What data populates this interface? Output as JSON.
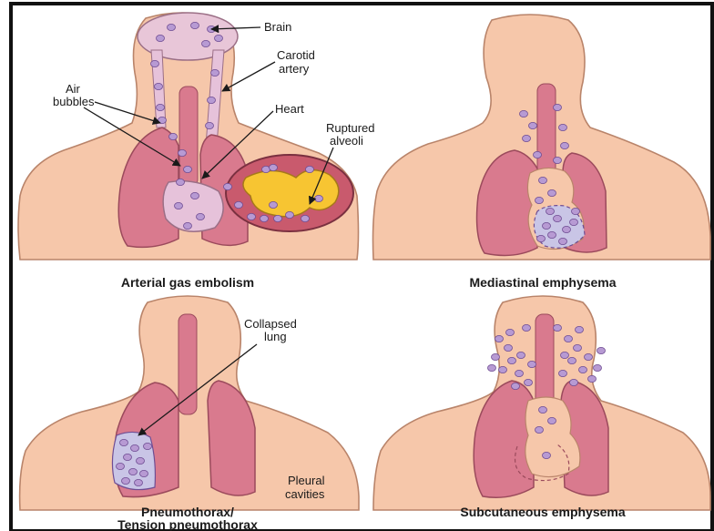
{
  "colors": {
    "skin": "#f6c7aa",
    "outline": "#b9846a",
    "lung": "#d97a8e",
    "lung_outline": "#9b4a5c",
    "bubble": "#b79ad3",
    "bubble_outline": "#6f4d93",
    "vessel": "#e0bfd6",
    "alveoli_yellow": "#f7c532",
    "collapsed": "#c9c5e6",
    "frame": "#111111"
  },
  "panels": {
    "arterial": {
      "caption": "Arterial gas embolism",
      "labels": {
        "brain": "Brain",
        "carotid_1": "Carotid",
        "carotid_2": "artery",
        "air_1": "Air",
        "air_2": "bubbles",
        "heart": "Heart",
        "ruptured_1": "Ruptured",
        "ruptured_2": "alveoli"
      }
    },
    "mediastinal": {
      "caption": "Mediastinal emphysema"
    },
    "pneumothorax": {
      "caption_1": "Pneumothorax/",
      "caption_2": "Tension pneumothorax",
      "labels": {
        "collapsed_1": "Collapsed",
        "collapsed_2": "lung",
        "pleural_1": "Pleural",
        "pleural_2": "cavities"
      }
    },
    "subcutaneous": {
      "caption": "Subcutaneous emphysema"
    }
  }
}
